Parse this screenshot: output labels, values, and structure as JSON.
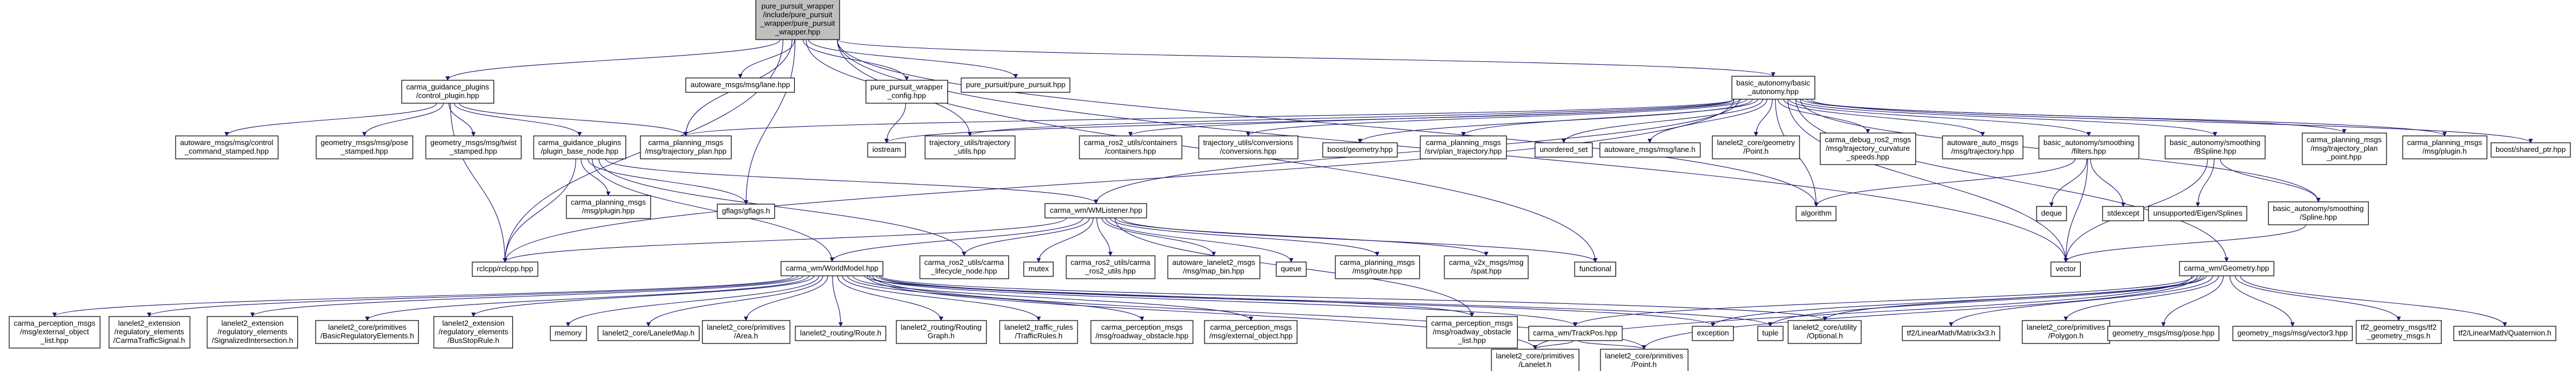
{
  "colors": {
    "root_fill": "#bfbfbf",
    "node_fill": "#ffffff",
    "edge": "#191970",
    "border": "#000000"
  },
  "nodes": [
    {
      "id": "root",
      "lines": [
        "pure_pursuit_wrapper",
        "/include/pure_pursuit",
        "_wrapper/pure_pursuit",
        "_wrapper.hpp"
      ],
      "root": true
    },
    {
      "id": "plugin",
      "lines": [
        "carma_guidance_plugins",
        "/control_plugin.hpp"
      ]
    },
    {
      "id": "lane",
      "lines": [
        "autoware_msgs/msg/lane.hpp"
      ]
    },
    {
      "id": "ppwcfg",
      "lines": [
        "pure_pursuit_wrapper",
        "_config.hpp"
      ]
    },
    {
      "id": "pp",
      "lines": [
        "pure_pursuit/pure_pursuit.hpp"
      ]
    },
    {
      "id": "basic",
      "lines": [
        "basic_autonomy/basic",
        "_autonomy.hpp"
      ]
    },
    {
      "id": "ctrlcmd",
      "lines": [
        "autoware_msgs/msg/control",
        "_command_stamped.hpp"
      ]
    },
    {
      "id": "posestamped",
      "lines": [
        "geometry_msgs/msg/pose",
        "_stamped.hpp"
      ]
    },
    {
      "id": "twiststamped",
      "lines": [
        "geometry_msgs/msg/twist",
        "_stamped.hpp"
      ]
    },
    {
      "id": "pluginbase",
      "lines": [
        "carma_guidance_plugins",
        "/plugin_base_node.hpp"
      ]
    },
    {
      "id": "trajplan",
      "lines": [
        "carma_planning_msgs",
        "/msg/trajectory_plan.hpp"
      ]
    },
    {
      "id": "iostream",
      "lines": [
        "iostream"
      ]
    },
    {
      "id": "trajutils",
      "lines": [
        "trajectory_utils/trajectory",
        "_utils.hpp"
      ]
    },
    {
      "id": "containers",
      "lines": [
        "carma_ros2_utils/containers",
        "/containers.hpp"
      ]
    },
    {
      "id": "conversions",
      "lines": [
        "trajectory_utils/conversions",
        "/conversions.hpp"
      ]
    },
    {
      "id": "boostgeom",
      "lines": [
        "boost/geometry.hpp"
      ]
    },
    {
      "id": "planmsgs",
      "lines": [
        "carma_planning_msgs",
        "/srv/plan_trajectory.hpp"
      ]
    },
    {
      "id": "unordset",
      "lines": [
        "unordered_set"
      ]
    },
    {
      "id": "awlane2",
      "lines": [
        "autoware_msgs/msg/lane.h"
      ]
    },
    {
      "id": "llpoint",
      "lines": [
        "lanelet2_core/geometry",
        "/Point.h"
      ]
    },
    {
      "id": "curvature",
      "lines": [
        "carma_debug_ros2_msgs",
        "/msg/trajectory_curvature",
        "_speeds.hpp"
      ]
    },
    {
      "id": "awtraj",
      "lines": [
        "autoware_auto_msgs",
        "/msg/trajectory.hpp"
      ]
    },
    {
      "id": "filters",
      "lines": [
        "basic_autonomy/smoothing",
        "/filters.hpp"
      ]
    },
    {
      "id": "bspline",
      "lines": [
        "basic_autonomy/smoothing",
        "/BSpline.hpp"
      ]
    },
    {
      "id": "trajpt",
      "lines": [
        "carma_planning_msgs",
        "/msg/trajectory_plan",
        "_point.hpp"
      ]
    },
    {
      "id": "msgplugin",
      "lines": [
        "carma_planning_msgs",
        "/msg/plugin.h"
      ]
    },
    {
      "id": "sharedptr",
      "lines": [
        "boost/shared_ptr.hpp"
      ]
    },
    {
      "id": "msgplugin2",
      "lines": [
        "carma_planning_msgs",
        "/msg/plugin.hpp"
      ]
    },
    {
      "id": "gflags",
      "lines": [
        "gflags/gflags.h"
      ]
    },
    {
      "id": "wml",
      "lines": [
        "carma_wm/WMListener.hpp"
      ]
    },
    {
      "id": "algorithm",
      "lines": [
        "algorithm"
      ]
    },
    {
      "id": "deque",
      "lines": [
        "deque"
      ]
    },
    {
      "id": "stdexcept",
      "lines": [
        "stdexcept"
      ]
    },
    {
      "id": "eigensp",
      "lines": [
        "unsupported/Eigen/Splines"
      ]
    },
    {
      "id": "spline",
      "lines": [
        "basic_autonomy/smoothing",
        "/Spline.hpp"
      ]
    },
    {
      "id": "rclcpp",
      "lines": [
        "rclcpp/rclcpp.hpp"
      ]
    },
    {
      "id": "lifecycle",
      "lines": [
        "carma_ros2_utils/carma",
        "_lifecycle_node.hpp"
      ]
    },
    {
      "id": "mutex",
      "lines": [
        "mutex"
      ]
    },
    {
      "id": "rosutils",
      "lines": [
        "carma_ros2_utils/carma",
        "_ros2_utils.hpp"
      ]
    },
    {
      "id": "mapbin",
      "lines": [
        "autoware_lanelet2_msgs",
        "/msg/map_bin.hpp"
      ]
    },
    {
      "id": "queue",
      "lines": [
        "queue"
      ]
    },
    {
      "id": "routepp",
      "lines": [
        "carma_planning_msgs",
        "/msg/route.hpp"
      ]
    },
    {
      "id": "spat",
      "lines": [
        "carma_v2x_msgs/msg",
        "/spat.hpp"
      ]
    },
    {
      "id": "functional",
      "lines": [
        "functional"
      ]
    },
    {
      "id": "vector",
      "lines": [
        "vector"
      ]
    },
    {
      "id": "worldmodel",
      "lines": [
        "carma_wm/WorldModel.hpp"
      ]
    },
    {
      "id": "geometry",
      "lines": [
        "carma_wm/Geometry.hpp"
      ]
    },
    {
      "id": "extobjlist",
      "lines": [
        "carma_perception_msgs",
        "/msg/external_object",
        "_list.hpp"
      ]
    },
    {
      "id": "trafficsig",
      "lines": [
        "lanelet2_extension",
        "/regulatory_elements",
        "/CarmaTrafficSignal.h"
      ]
    },
    {
      "id": "sigintersect",
      "lines": [
        "lanelet2_extension",
        "/regulatory_elements",
        "/SignalizedIntersection.h"
      ]
    },
    {
      "id": "basicreg",
      "lines": [
        "lanelet2_core/primitives",
        "/BasicRegulatoryElements.h"
      ]
    },
    {
      "id": "busstop",
      "lines": [
        "lanelet2_extension",
        "/regulatory_elements",
        "/BusStopRule.h"
      ]
    },
    {
      "id": "memory",
      "lines": [
        "memory"
      ]
    },
    {
      "id": "llmap",
      "lines": [
        "lanelet2_core/LaneletMap.h"
      ]
    },
    {
      "id": "area",
      "lines": [
        "lanelet2_core/primitives",
        "/Area.h"
      ]
    },
    {
      "id": "route",
      "lines": [
        "lanelet2_routing/Route.h"
      ]
    },
    {
      "id": "routinggraph",
      "lines": [
        "lanelet2_routing/Routing",
        "Graph.h"
      ]
    },
    {
      "id": "trafficrules",
      "lines": [
        "lanelet2_traffic_rules",
        "/TrafficRules.h"
      ]
    },
    {
      "id": "roadobs",
      "lines": [
        "carma_perception_msgs",
        "/msg/roadway_obstacle.hpp"
      ]
    },
    {
      "id": "extobj",
      "lines": [
        "carma_perception_msgs",
        "/msg/external_object.hpp"
      ]
    },
    {
      "id": "roadobslist",
      "lines": [
        "carma_perception_msgs",
        "/msg/roadway_obstacle",
        "_list.hpp"
      ]
    },
    {
      "id": "trackpos",
      "lines": [
        "carma_wm/TrackPos.hpp"
      ]
    },
    {
      "id": "exception",
      "lines": [
        "exception"
      ]
    },
    {
      "id": "tuple",
      "lines": [
        "tuple"
      ]
    },
    {
      "id": "optional",
      "lines": [
        "lanelet2_core/utility",
        "/Optional.h"
      ]
    },
    {
      "id": "matrix3x3",
      "lines": [
        "tf2/LinearMath/Matrix3x3.h"
      ]
    },
    {
      "id": "polygon",
      "lines": [
        "lanelet2_core/primitives",
        "/Polygon.h"
      ]
    },
    {
      "id": "pose",
      "lines": [
        "geometry_msgs/msg/pose.hpp"
      ]
    },
    {
      "id": "vector3",
      "lines": [
        "geometry_msgs/msg/vector3.hpp"
      ]
    },
    {
      "id": "tf2geom",
      "lines": [
        "tf2_geometry_msgs/tf2",
        "_geometry_msgs.h"
      ]
    },
    {
      "id": "quaternion",
      "lines": [
        "tf2/LinearMath/Quaternion.h"
      ]
    },
    {
      "id": "lanelet",
      "lines": [
        "lanelet2_core/primitives",
        "/Lanelet.h"
      ]
    },
    {
      "id": "point",
      "lines": [
        "lanelet2_core/primitives",
        "/Point.h"
      ]
    }
  ]
}
